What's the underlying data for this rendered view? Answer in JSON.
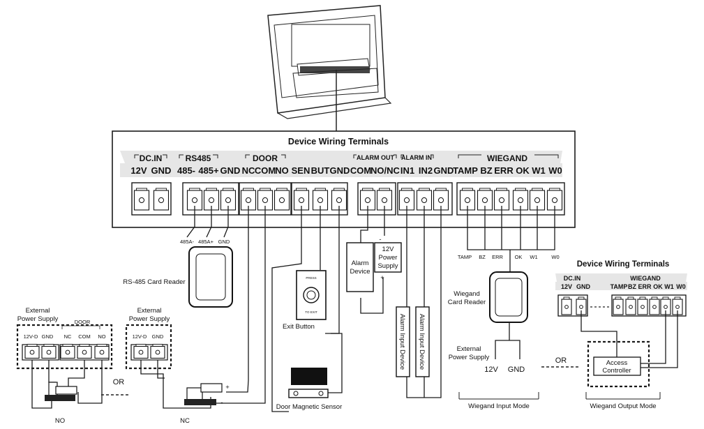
{
  "main_panel": {
    "title": "Device Wiring Terminals",
    "groups": [
      "DC.IN",
      "RS485",
      "DOOR",
      "ALARM OUT",
      "ALARM IN",
      "WIEGAND"
    ],
    "pins": [
      "12V",
      "GND",
      "485-",
      "485+",
      "GND",
      "NC",
      "COM",
      "NO",
      "SEN",
      "BUT",
      "GND",
      "COM",
      "NO/NC",
      "IN1",
      "IN2",
      "GND",
      "TAMP",
      "BZ",
      "ERR",
      "OK",
      "W1",
      "W0"
    ]
  },
  "rs485": {
    "pins": [
      "485A-",
      "485A+",
      "GND"
    ],
    "reader_label": "RS-485 Card Reader"
  },
  "lock_no": {
    "title_line1": "External",
    "title_line2": "Power Supply",
    "door_label": "DOOR",
    "pins": [
      "12V-D",
      "GND",
      "NC",
      "COM",
      "NO"
    ],
    "caption": "NO"
  },
  "or_1": "OR",
  "lock_nc": {
    "title_line1": "External",
    "title_line2": "Power Supply",
    "pins": [
      "12V-D",
      "GND"
    ],
    "plus": "+",
    "minus": "-",
    "caption": "NC"
  },
  "exit_button": {
    "press": "PRESS",
    "to_exit": "TO EXIT",
    "label": "Exit Button"
  },
  "door_sensor": {
    "label": "Door Magnetic Sensor"
  },
  "alarm_out": {
    "device_line1": "Alarm",
    "device_line2": "Device",
    "psu_line1": "12V",
    "psu_line2": "Power",
    "psu_line3": "Supply",
    "minus": "-",
    "plus": "+"
  },
  "alarm_in": {
    "device_1": "Alarm Input Device",
    "device_2": "Alarm Input Device"
  },
  "wiegand_in": {
    "pins": [
      "TAMP",
      "BZ",
      "ERR",
      "OK",
      "W1",
      "W0"
    ],
    "reader_line1": "Wiegand",
    "reader_line2": "Card Reader",
    "psu_line1": "External",
    "psu_line2": "Power Supply",
    "v12": "12V",
    "gnd": "GND",
    "mode": "Wiegand Input Mode"
  },
  "or_2": "OR",
  "wiegand_out": {
    "title": "Device Wiring Terminals",
    "group_dc": "DC.IN",
    "group_wiegand": "WIEGAND",
    "pins": [
      "12V",
      "GND",
      "TAMP",
      "BZ",
      "ERR",
      "OK",
      "W1",
      "W0"
    ],
    "controller_line1": "Access",
    "controller_line2": "Controller",
    "mode": "Wiegand Output Mode"
  }
}
